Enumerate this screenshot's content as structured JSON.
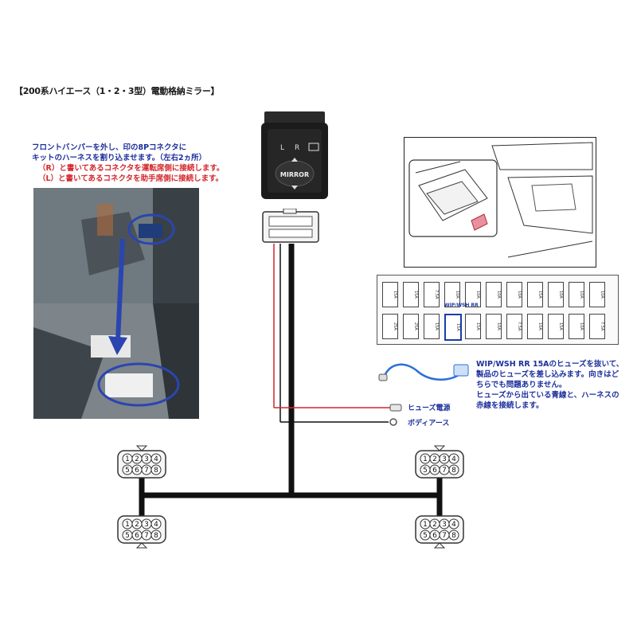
{
  "title": "【200系ハイエース（1・2・3型）電動格納ミラー】",
  "instructions_left": {
    "line1": "フロントバンパーを外し、印の8Pコネクタに",
    "line2": "キットのハーネスを割り込ませます。（左右2ヵ所）",
    "line3": "（R）と書いてあるコネクタを運転席側に接続します。",
    "line4": "（L）と書いてあるコネクタを助手席側に接続します。"
  },
  "switch": {
    "label_l": "L",
    "label_r": "R",
    "label_mirror": "MIRROR"
  },
  "instructions_right": {
    "line1": "WIP/WSH RR 15Aのヒューズを抜いて、",
    "line2": "製品のヒューズを差し込みます。向きはど",
    "line3": "ちらでも問題ありません。",
    "line4": "ヒューズから出ている青線と、ハーネスの",
    "line5": "赤線を接続します。"
  },
  "wire_labels": {
    "fuse_power": "ヒューズ電源",
    "body_earth": "ボディアース"
  },
  "connector_pins": {
    "top_row": [
      "1",
      "2",
      "3",
      "4"
    ],
    "bottom_row": [
      "5",
      "6",
      "7",
      "8"
    ]
  },
  "fuse_box": {
    "top_row": [
      "15A",
      "15A",
      "7.5A",
      "10A",
      "10A",
      "10A",
      "10A",
      "15A",
      "10A",
      "10A",
      "10A"
    ],
    "bottom_row": [
      "25A",
      "25A",
      "15A",
      "15A",
      "15A",
      "10A",
      "7.5A",
      "10A",
      "15A",
      "10A",
      "7.5A"
    ],
    "highlight": "WIP/WSH RR"
  },
  "colors": {
    "harness": "#111111",
    "red_wire": "#d2262a",
    "blue_wire": "#2a6fd6",
    "text_blue": "#1c2f9c",
    "highlight_blue": "#1c3ca8"
  }
}
